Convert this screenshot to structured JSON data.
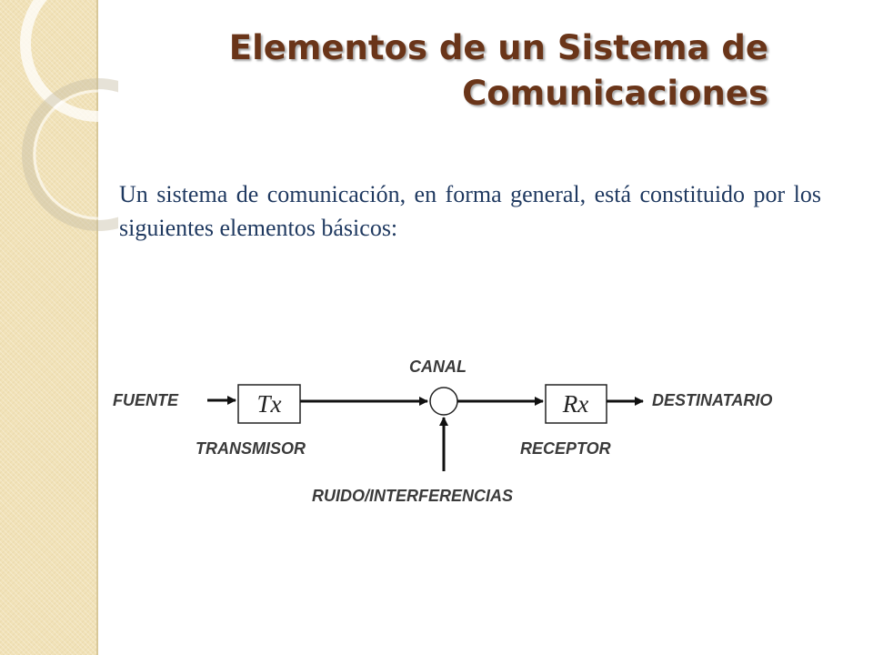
{
  "slide": {
    "title_line1": "Elementos de un Sistema de",
    "title_line2": "Comunicaciones",
    "intro": "Un sistema de comunicación, en forma general, está constituido por los siguientes elementos básicos:"
  },
  "diagram": {
    "canal": "CANAL",
    "fuente": "FUENTE",
    "tx": "Tx",
    "rx": "Rx",
    "destinatario": "DESTINATARIO",
    "transmisor": "TRANSMISOR",
    "receptor": "RECEPTOR",
    "ruido": "RUIDO/INTERFERENCIAS"
  },
  "colors": {
    "title": "#6a3519",
    "body_text": "#1f3960",
    "sidebar": "#f1e2b8",
    "diagram_label": "#3a3a3a"
  }
}
